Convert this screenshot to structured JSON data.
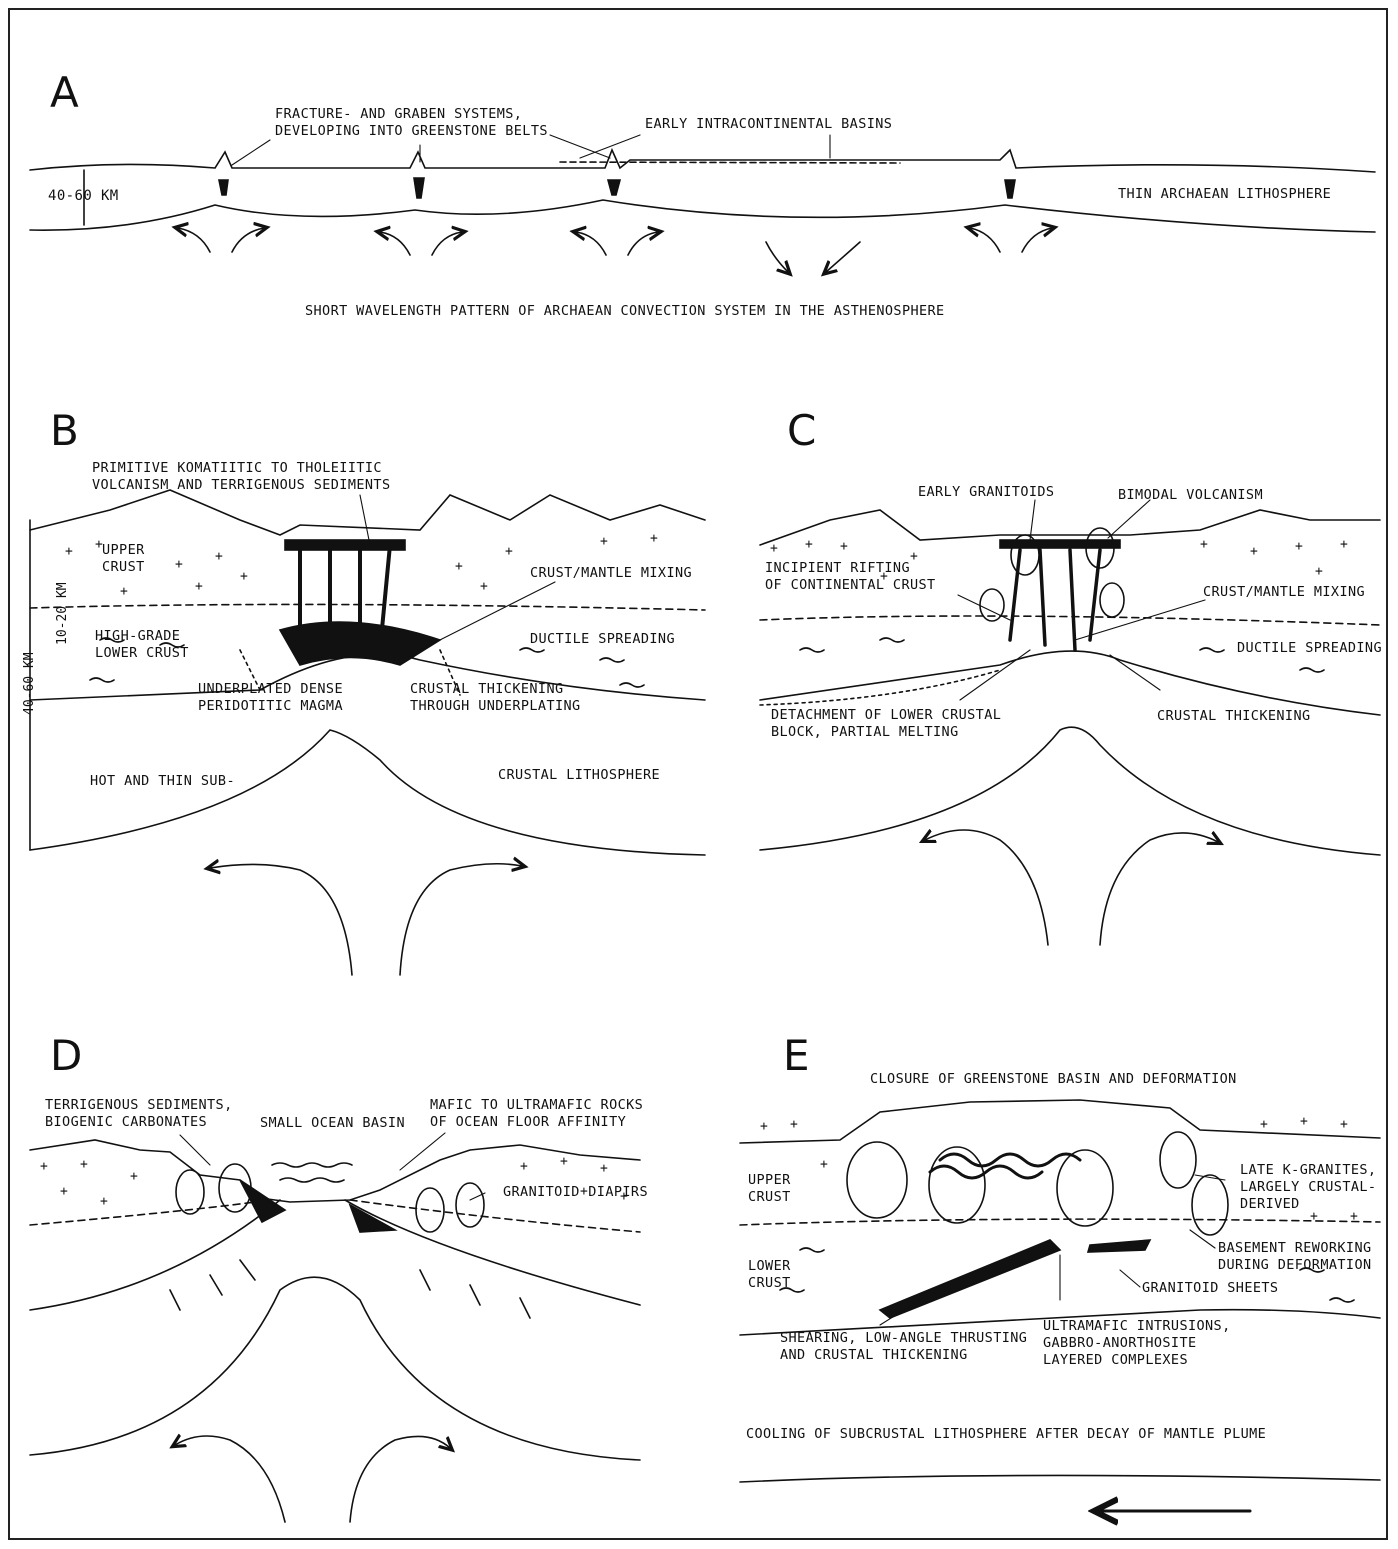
{
  "panels": {
    "a": {
      "letter": "A",
      "fracture": "FRACTURE- AND GRABEN SYSTEMS,\nDEVELOPING INTO GREENSTONE BELTS",
      "basins": "EARLY INTRACONTINENTAL BASINS",
      "depth": "40-60 KM",
      "thin": "THIN ARCHAEAN LITHOSPHERE",
      "caption": "SHORT WAVELENGTH PATTERN OF ARCHAEAN CONVECTION SYSTEM IN THE ASTHENOSPHERE"
    },
    "b": {
      "letter": "B",
      "volcanism": "PRIMITIVE KOMATIITIC TO THOLEIITIC\nVOLCANISM AND TERRIGENOUS SEDIMENTS",
      "upper_crust": "UPPER\nCRUST",
      "mixing": "CRUST/MANTLE MIXING",
      "lower_crust": "HIGH-GRADE\nLOWER CRUST",
      "ductile": "DUCTILE SPREADING",
      "underplated": "UNDERPLATED DENSE\nPERIDOTITIC MAGMA",
      "thickening": "CRUSTAL THICKENING\nTHROUGH UNDERPLATING",
      "hot": "HOT AND THIN SUB-",
      "lith": "CRUSTAL LITHOSPHERE",
      "depth1": "10-20 KM",
      "depth2": "40-60 KM"
    },
    "c": {
      "letter": "C",
      "granitoids": "EARLY GRANITOIDS",
      "bimodal": "BIMODAL VOLCANISM",
      "rifting": "INCIPIENT RIFTING\nOF CONTINENTAL CRUST",
      "mixing": "CRUST/MANTLE MIXING",
      "ductile": "DUCTILE SPREADING",
      "detachment": "DETACHMENT OF LOWER CRUSTAL\nBLOCK, PARTIAL MELTING",
      "thickening": "CRUSTAL THICKENING"
    },
    "d": {
      "letter": "D",
      "sediments": "TERRIGENOUS SEDIMENTS,\nBIOGENIC CARBONATES",
      "ocean": "SMALL OCEAN BASIN",
      "mafic": "MAFIC TO ULTRAMAFIC ROCKS\nOF OCEAN FLOOR AFFINITY",
      "diapirs": "GRANITOID DIAPIRS"
    },
    "e": {
      "letter": "E",
      "closure": "CLOSURE OF GREENSTONE BASIN AND DEFORMATION",
      "upper": "UPPER\nCRUST",
      "lower": "LOWER\nCRUST",
      "late_k": "LATE K-GRANITES,\nLARGELY CRUSTAL-\nDERIVED",
      "basement": "BASEMENT REWORKING\nDURING DEFORMATION",
      "sheets": "GRANITOID SHEETS",
      "shearing": "SHEARING, LOW-ANGLE THRUSTING\nAND CRUSTAL THICKENING",
      "ultramafic": "ULTRAMAFIC INTRUSIONS,\nGABBRO-ANORTHOSITE\nLAYERED COMPLEXES",
      "cooling": "COOLING OF SUBCRUSTAL LITHOSPHERE AFTER DECAY OF MANTLE PLUME"
    }
  }
}
